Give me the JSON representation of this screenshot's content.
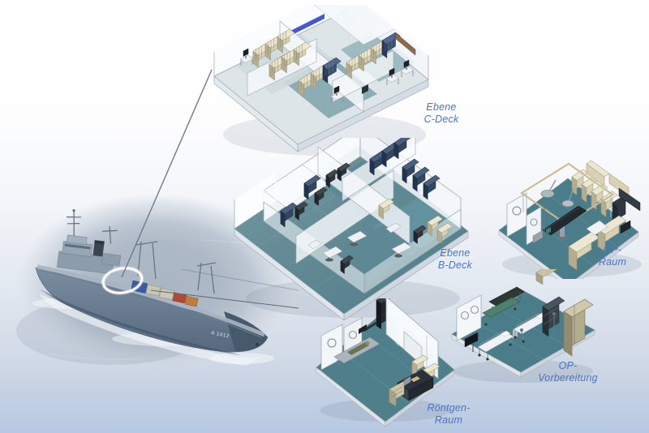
{
  "diagram": {
    "subject": "naval hospital ship deck cutaway diagram",
    "labels": {
      "c_deck": {
        "line1": "Ebene",
        "line2": "C-Deck"
      },
      "b_deck": {
        "line1": "Ebene",
        "line2": "B-Deck"
      },
      "op_raum": {
        "line1": "OP-",
        "line2": "Raum"
      },
      "op_vorbereitung": {
        "line1": "OP-",
        "line2": "Vorbereitung"
      },
      "roentgen_raum": {
        "line1": "Röntgen-",
        "line2": "Raum"
      }
    },
    "ship": {
      "hull_number": "A 1412",
      "highlight": "white ellipse marking hospital section amidships"
    },
    "colors": {
      "label_text": "#4d74c0",
      "floor_teal": "#4e7b87",
      "cabinet_beige": "#d8d1b5",
      "rack_navy": "#33465f",
      "sea": "#aab6c4",
      "hull_gray": "#64788c",
      "background_bottom": "#b7c8e2"
    }
  }
}
